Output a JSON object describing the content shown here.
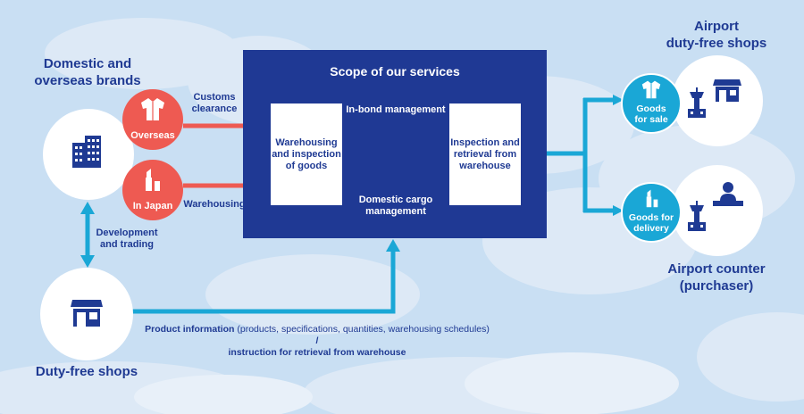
{
  "colors": {
    "navy": "#1f3994",
    "red": "#ee5a52",
    "teal": "#1aa7d6",
    "sky": "#c9dff3"
  },
  "brands": {
    "title": "Domestic and overseas brands",
    "icon": "office-buildings-icon"
  },
  "overseas": {
    "label": "Overseas",
    "icon": "jacket-icon"
  },
  "japan": {
    "label": "In Japan",
    "icon": "lipstick-icon"
  },
  "customs_label": "Customs clearance",
  "warehousing_label": "Warehousing",
  "dev_label": "Development and trading",
  "dutyfree": {
    "title": "Duty-free shops",
    "icon": "storefront-icon"
  },
  "scope": {
    "title": "Scope of our services",
    "box_left": "Warehousing and inspection of goods",
    "box_right": "Inspection and retrieval from warehouse",
    "inbond": "In-bond management",
    "domestic": "Domestic cargo management"
  },
  "product_info": {
    "bold_part": "Product information",
    "light_part": "(products, specifications, quantities, warehousing schedules)",
    "line1_end": "/",
    "line2": "instruction for retrieval from warehouse"
  },
  "airport_shops": {
    "title_line1": "Airport",
    "title_line2": "duty-free shops",
    "icons": [
      "control-tower-icon",
      "storefront-icon"
    ]
  },
  "goods_sale": {
    "label": "Goods for sale",
    "icon": "jacket-icon"
  },
  "goods_delivery": {
    "label": "Goods for delivery",
    "icon": "lipstick-icon"
  },
  "airport_counter": {
    "title_line1": "Airport counter",
    "title_line2": "(purchaser)",
    "icons": [
      "control-tower-icon",
      "counter-staff-icon"
    ]
  }
}
